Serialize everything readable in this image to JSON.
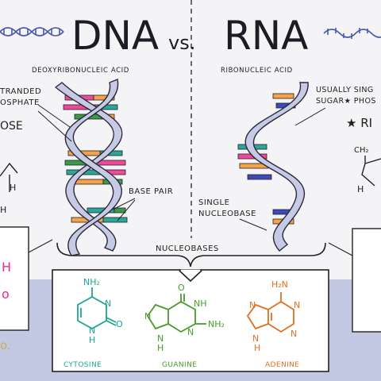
{
  "title": {
    "left": "DNA",
    "vs": "vs.",
    "right": "RNA"
  },
  "subtitles": {
    "dna": "DEOXYRIBONUCLEIC ACID",
    "rna": "RIBONUCLEIC ACID"
  },
  "labels": {
    "stranded_line1": "TRANDED",
    "stranded_line2": "OSPHATE",
    "ose": "OSE",
    "left_h1": "H",
    "left_h2": "H",
    "base_pair": "BASE PAIR",
    "usually_line1": "USUALLY SING",
    "usually_line2": "SUGAR★ PHOS",
    "ribo_partial": "★ RI",
    "ch2": "CH₂",
    "right_h": "H",
    "single_line1": "SINGLE",
    "single_line2": "NUCLEOBASE",
    "nucleobases": "NUCLEOBASES",
    "left_pink_h": "H",
    "left_pink_o": "o",
    "watermark_frag": "o."
  },
  "molecules": {
    "cytosine": {
      "name": "CYTOSINE",
      "nh2": "NH₂",
      "n1": "N",
      "nh": "N",
      "h": "H",
      "o": "O"
    },
    "guanine": {
      "name": "GUANINE",
      "o": "O",
      "nh_top": "NH",
      "n_left": "N",
      "n_mid": "N",
      "nh2": "NH₂",
      "n_bot": "N",
      "h": "H"
    },
    "adenine": {
      "name": "ADENINE",
      "h2n": "H₂N",
      "n_left": "N",
      "n_right": "N",
      "n_bot": "N",
      "h": "H",
      "n_br": "N"
    }
  },
  "colors": {
    "background": "#f4f4f7",
    "band": "#c3c8e2",
    "helix_fill": "#c6cae4",
    "helix_stroke": "#2a2a3a",
    "pink": "#ee4a9a",
    "green": "#3a9a4a",
    "teal": "#2aa79a",
    "orange": "#f5a24a",
    "blue": "#3a4ab8",
    "cytosine": "#1aa594",
    "guanine": "#4a9a2a",
    "adenine": "#e07020",
    "logo_dna": "#4a5aa8"
  }
}
